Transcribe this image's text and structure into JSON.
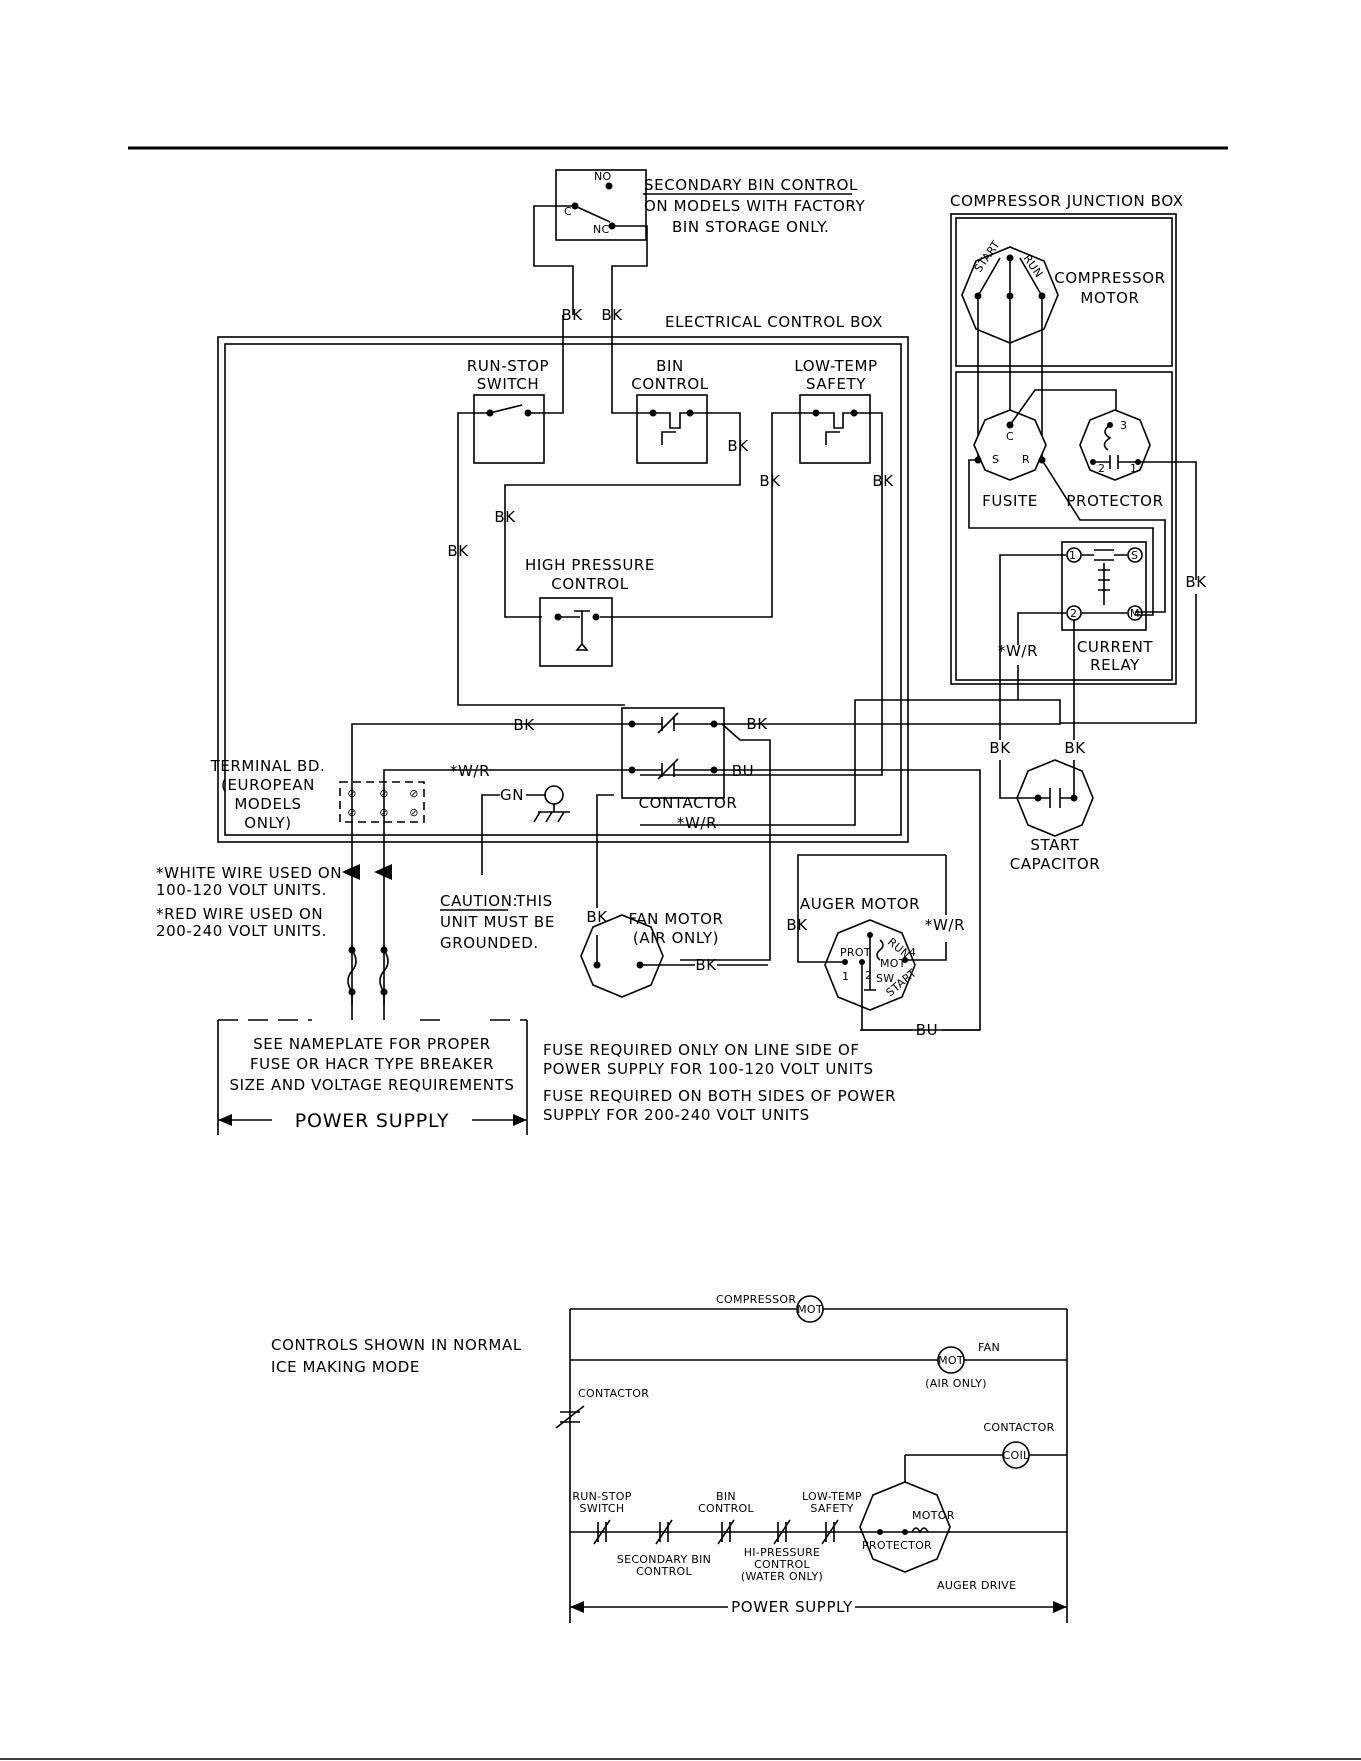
{
  "wiring_diagram": {
    "secondary_bin_control": {
      "lines": [
        "SECONDARY BIN CONTROL",
        "ON MODELS WITH FACTORY",
        "BIN STORAGE ONLY."
      ],
      "terminal_no": "NO",
      "terminal_nc": "NC",
      "terminal_c": "C"
    },
    "electrical_control_box": "ELECTRICAL CONTROL BOX",
    "run_stop_switch": [
      "RUN-STOP",
      "SWITCH"
    ],
    "bin_control": [
      "BIN",
      "CONTROL"
    ],
    "low_temp_safety": [
      "LOW-TEMP",
      "SAFETY"
    ],
    "high_pressure_control": [
      "HIGH PRESSURE",
      "CONTROL"
    ],
    "contactor": "CONTACTOR",
    "terminal_board": [
      "TERMINAL BD.",
      "(EUROPEAN",
      "MODELS",
      "ONLY)"
    ],
    "compressor_junction_box": "COMPRESSOR JUNCTION BOX",
    "compressor_motor": [
      "COMPRESSOR",
      "MOTOR"
    ],
    "compressor_terminals": {
      "start": "START",
      "run": "RUN"
    },
    "fusite": {
      "label": "FUSITE",
      "c": "C",
      "s": "S",
      "r": "R"
    },
    "protector": {
      "label": "PROTECTOR",
      "t3": "3",
      "t2": "2",
      "t1": "1"
    },
    "current_relay": {
      "lines": [
        "CURRENT",
        "RELAY"
      ],
      "t1": "1",
      "t2": "2",
      "s": "S",
      "m": "M"
    },
    "start_capacitor": [
      "START",
      "CAPACITOR"
    ],
    "fan_motor": [
      "FAN MOTOR",
      "(AIR ONLY)"
    ],
    "auger_motor": {
      "label": "AUGER MOTOR",
      "prot": "PROT",
      "mot": "MOT",
      "run": "RUN",
      "start": "START",
      "sw": "SW",
      "t1": "1",
      "t2": "2",
      "t4": "4"
    },
    "wire_labels": {
      "bk": "BK",
      "wr": "*W/R",
      "bu": "BU",
      "gn": "GN"
    },
    "white_wire_note": [
      "*WHITE WIRE USED ON",
      "100-120 VOLT UNITS."
    ],
    "red_wire_note": [
      "*RED WIRE USED ON",
      "200-240 VOLT UNITS."
    ],
    "caution": {
      "heading": "CAUTION:",
      "rest": "THIS",
      "lines": [
        "UNIT MUST BE",
        "GROUNDED."
      ]
    },
    "nameplate_note": [
      "SEE NAMEPLATE FOR PROPER",
      "FUSE OR HACR TYPE BREAKER",
      "SIZE AND VOLTAGE REQUIREMENTS"
    ],
    "power_supply": "POWER SUPPLY",
    "fuse_note_1": [
      "FUSE REQUIRED ONLY ON LINE SIDE OF",
      "POWER SUPPLY FOR 100-120 VOLT UNITS"
    ],
    "fuse_note_2": [
      "FUSE REQUIRED ON BOTH SIDES OF POWER",
      "SUPPLY FOR 200-240 VOLT UNITS"
    ]
  },
  "ladder_diagram": {
    "note": [
      "CONTROLS SHOWN IN NORMAL",
      "ICE MAKING MODE"
    ],
    "compressor": "COMPRESSOR",
    "mot": "MOT",
    "fan": "FAN",
    "air_only": "(AIR ONLY)",
    "contactor": "CONTACTOR",
    "contactor_coil_label": "CONTACTOR",
    "coil": "COIL",
    "run_stop_switch": [
      "RUN-STOP",
      "SWITCH"
    ],
    "secondary_bin_control": [
      "SECONDARY BIN",
      "CONTROL"
    ],
    "bin_control": [
      "BIN",
      "CONTROL"
    ],
    "hi_pressure_control": [
      "HI-PRESSURE",
      "CONTROL",
      "(WATER ONLY)"
    ],
    "low_temp_safety": [
      "LOW-TEMP",
      "SAFETY"
    ],
    "protector": "PROTECTOR",
    "motor": "MOTOR",
    "auger_drive": "AUGER DRIVE",
    "power_supply": "POWER SUPPLY"
  }
}
